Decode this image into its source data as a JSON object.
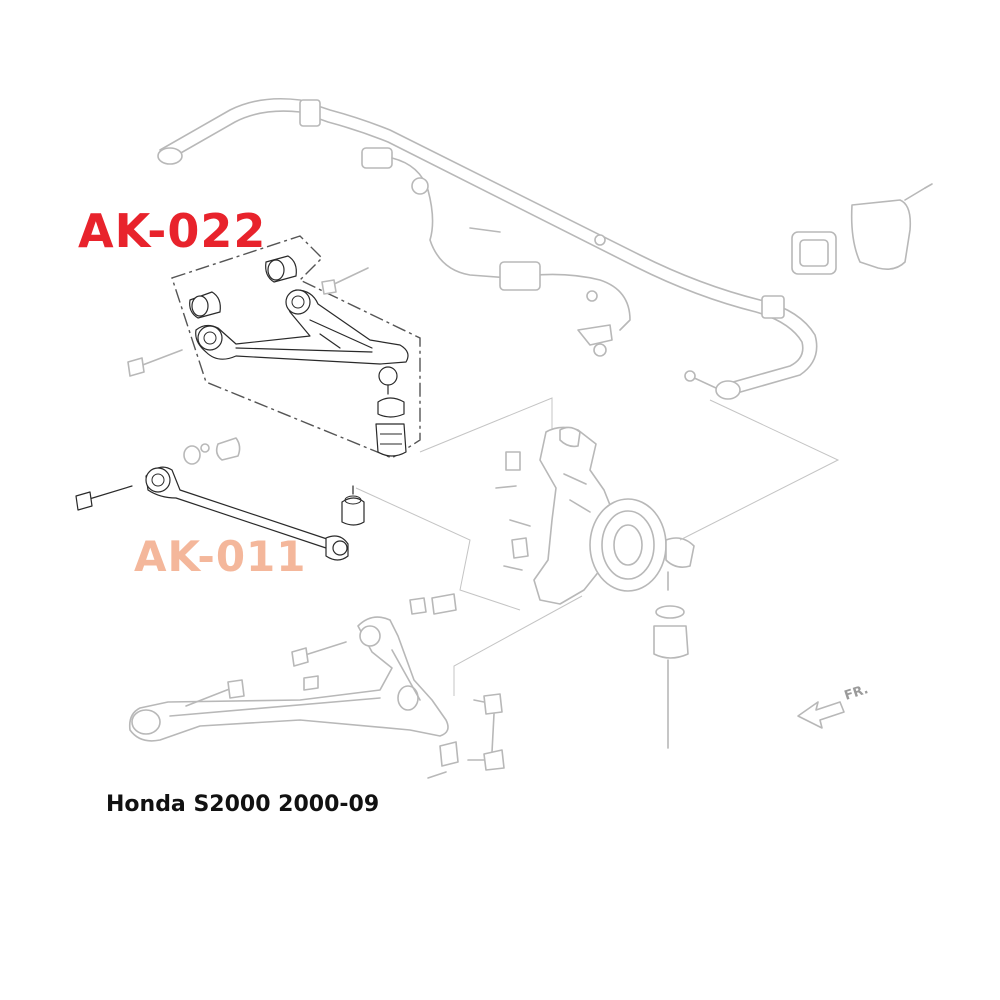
{
  "labels": {
    "upper_arm_part": "AK-022",
    "lower_link_part": "AK-011",
    "vehicle_caption": "Honda S2000 2000-09",
    "front_arrow": "FR."
  },
  "colors": {
    "upper_arm_part": "#e8232c",
    "lower_link_part": "#f4b79b",
    "highlight_lines": "#2a2a2a",
    "background_lines": "#b8b8b8"
  },
  "icons": {
    "front_direction": "arrow-left-icon"
  }
}
